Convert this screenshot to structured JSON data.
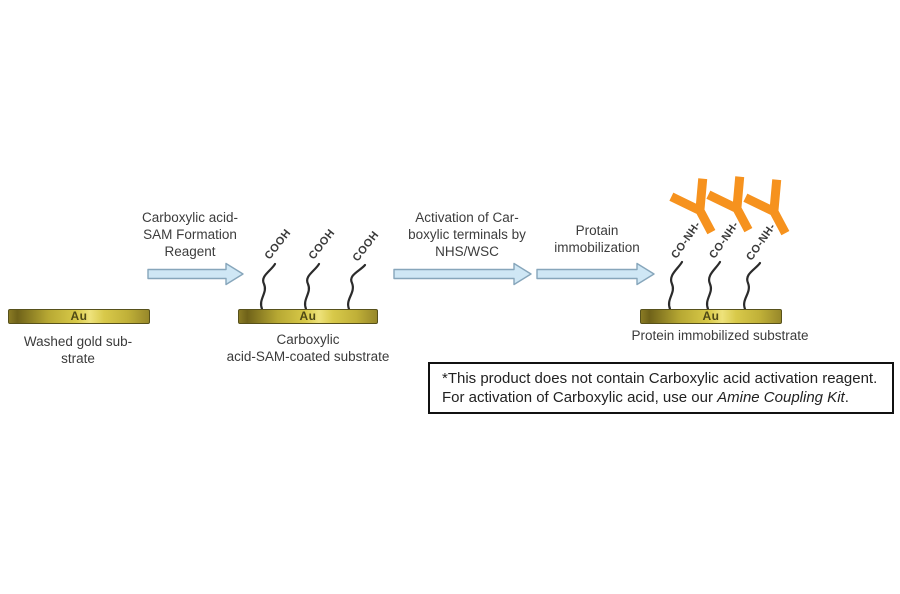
{
  "diagram_title": "Protein immobilization on gold substrate process",
  "colors": {
    "background": "#ffffff",
    "arrow_fill": "#cfe7f5",
    "arrow_stroke": "#87a6bb",
    "gold_dark": "#6f6219",
    "gold_light": "#eee27b",
    "gold_border": "#57511b",
    "antibody_orange": "#f6921e",
    "chain_black": "#2b2b2b",
    "text": "#3b3b3b",
    "note_border": "#111111"
  },
  "steps": {
    "step1_label": "Carboxylic acid-\nSAM Formation\nReagent",
    "step2_label": "Activation of Car-\nboxylic terminals by\nNHS/WSC",
    "step3_label": "Protain\nimmobilization"
  },
  "substrates": {
    "s1": {
      "bar_label": "Au",
      "caption": "Washed gold sub-\nstrate"
    },
    "s2": {
      "bar_label": "Au",
      "caption": "Carboxylic\nacid-SAM-coated substrate",
      "chain_label": "COOH"
    },
    "s3": {
      "bar_label": "Au",
      "caption": "Protein immobilized substrate",
      "chain_label": "CO-NH-"
    }
  },
  "note": {
    "line1": "*This product does not contain Carboxylic acid activation reagent.",
    "line2_prefix": "For activation of Carboxylic acid, use our ",
    "line2_italic": "Amine Coupling Kit",
    "line2_suffix": "."
  }
}
